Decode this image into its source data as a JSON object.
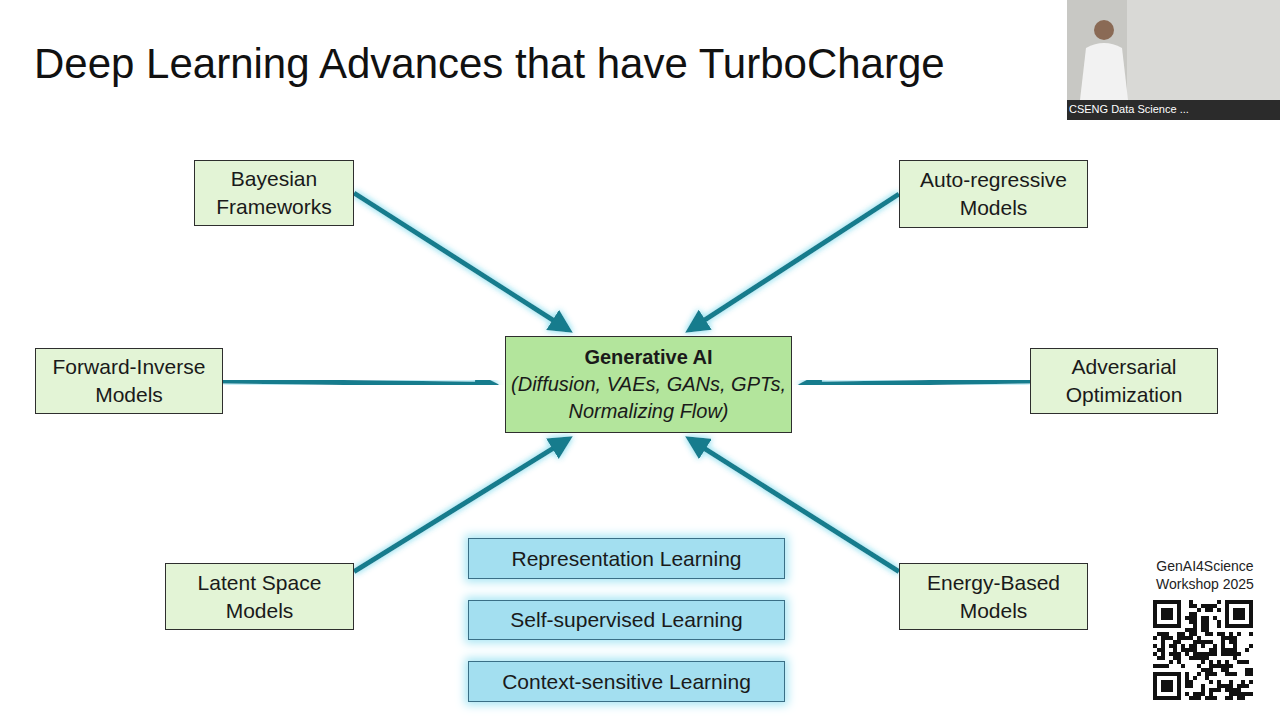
{
  "diagram": {
    "title": "Deep Learning Advances that have TurboCharge",
    "nodes": [
      {
        "text": [
          "Bayesian Frameworks"
        ]
      },
      {
        "text": [
          "Auto-regressive Models"
        ]
      },
      {
        "text": [
          "Forward-Inverse Models"
        ]
      },
      {
        "text": [
          "Generative AI",
          "(Diffusion, VAEs, GANs, GPTs, Normalizing Flow)"
        ]
      },
      {
        "text": [
          "Adversarial Optimization"
        ]
      },
      {
        "text": [
          "Representation Learning"
        ]
      },
      {
        "text": [
          "Latent Space Models"
        ]
      },
      {
        "text": [
          "Energy-Based Models"
        ]
      },
      {
        "text": [
          "Self-supervised Learning"
        ]
      },
      {
        "text": [
          "Context-sensitive Learning"
        ]
      }
    ],
    "edges": [
      {
        "from": 0,
        "to": 3,
        "arrow": "to"
      },
      {
        "from": 1,
        "to": 3,
        "arrow": "to"
      },
      {
        "from": 2,
        "to": 3,
        "arrow": "to"
      },
      {
        "from": 4,
        "to": 3,
        "arrow": "to"
      },
      {
        "from": 6,
        "to": 3,
        "arrow": "to"
      },
      {
        "from": 7,
        "to": 3,
        "arrow": "to"
      }
    ],
    "labels": [
      "GenAI4Science Workshop 2025",
      "CSENG Data Science ..."
    ]
  }
}
